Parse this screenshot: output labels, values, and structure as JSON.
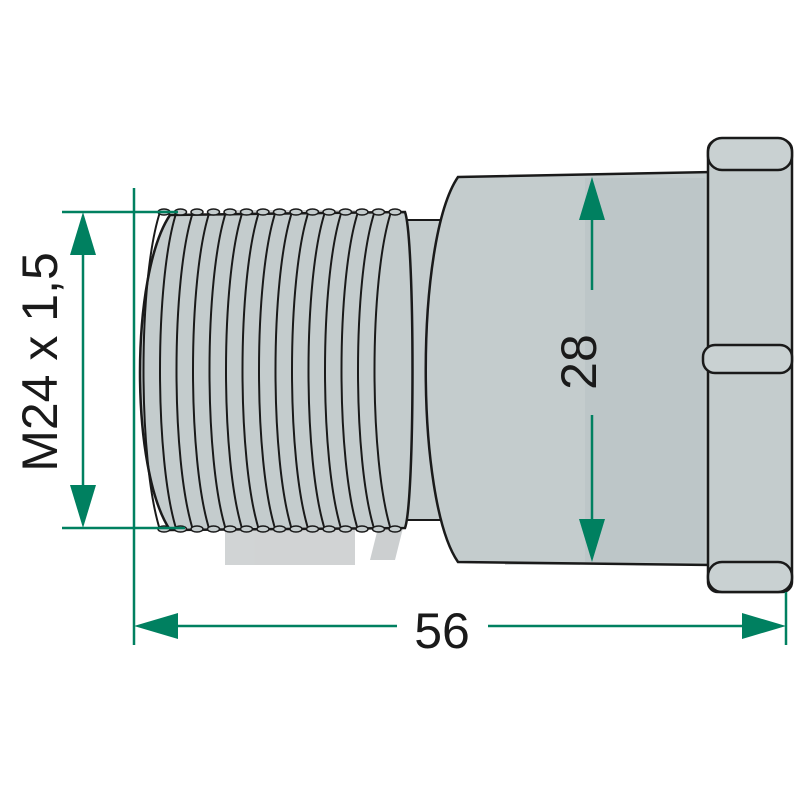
{
  "dimensions": {
    "thread_spec": "M24 x 1,5",
    "body_diameter": "28",
    "overall_length": "56"
  },
  "colors": {
    "dimension": "#008060",
    "part_fill": "#c4cccd",
    "part_shade": "#aeb8ba",
    "part_outline": "#1a1a1a",
    "watermark": "#9aa0a2"
  }
}
